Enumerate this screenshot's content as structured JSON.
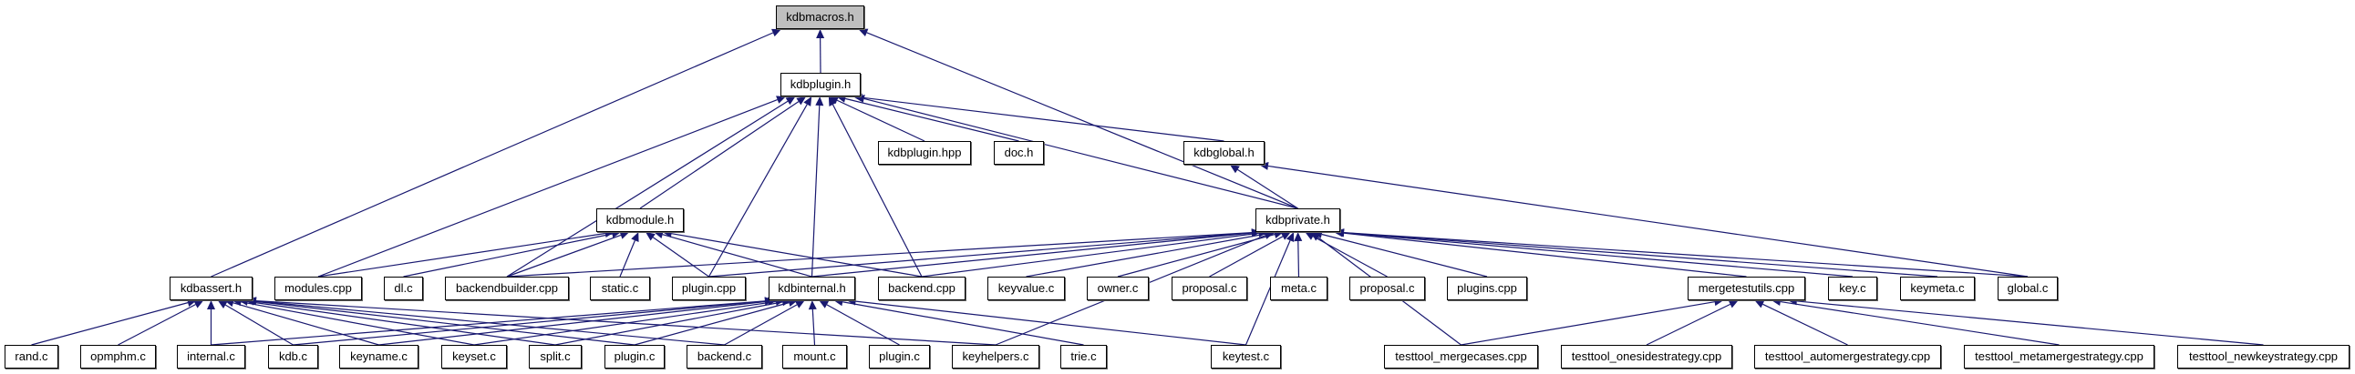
{
  "graph": {
    "root": "kdbmacros",
    "nodes": {
      "kdbmacros": "kdbmacros.h",
      "kdbplugin_h": "kdbplugin.h",
      "kdbplugin_hpp": "kdbplugin.hpp",
      "doc_h": "doc.h",
      "kdbglobal_h": "kdbglobal.h",
      "kdbmodule_h": "kdbmodule.h",
      "kdbprivate_h": "kdbprivate.h",
      "kdbassert_h": "kdbassert.h",
      "modules_cpp": "modules.cpp",
      "dl_c": "dl.c",
      "backendbuilder_cpp": "backendbuilder.cpp",
      "static_c": "static.c",
      "plugin_cpp": "plugin.cpp",
      "kdbinternal_h": "kdbinternal.h",
      "backend_cpp": "backend.cpp",
      "keyvalue_c": "keyvalue.c",
      "owner_c": "owner.c",
      "proposal_c_1": "proposal.c",
      "meta_c": "meta.c",
      "proposal_c_2": "proposal.c",
      "plugins_cpp": "plugins.cpp",
      "mergetestutils_cpp": "mergetestutils.cpp",
      "key_c": "key.c",
      "keymeta_c": "keymeta.c",
      "global_c": "global.c",
      "rand_c": "rand.c",
      "opmphm_c": "opmphm.c",
      "internal_c": "internal.c",
      "kdb_c": "kdb.c",
      "keyname_c": "keyname.c",
      "keyset_c": "keyset.c",
      "split_c": "split.c",
      "plugin_c_1": "plugin.c",
      "backend_c": "backend.c",
      "mount_c": "mount.c",
      "plugin_c_2": "plugin.c",
      "keyhelpers_c": "keyhelpers.c",
      "trie_c": "trie.c",
      "keytest_c": "keytest.c",
      "testtool_mergecases_cpp": "testtool_mergecases.cpp",
      "testtool_onesidestrategy_cpp": "testtool_onesidestrategy.cpp",
      "testtool_automergestrategy_cpp": "testtool_automergestrategy.cpp",
      "testtool_metamergestrategy_cpp": "testtool_metamergestrategy.cpp",
      "testtool_newkeystrategy_cpp": "testtool_newkeystrategy.cpp"
    },
    "edges": [
      [
        "kdbplugin_h",
        "kdbmacros"
      ],
      [
        "kdbassert_h",
        "kdbmacros"
      ],
      [
        "kdbprivate_h",
        "kdbmacros"
      ],
      [
        "kdbplugin_hpp",
        "kdbplugin_h"
      ],
      [
        "doc_h",
        "kdbplugin_h"
      ],
      [
        "kdbglobal_h",
        "kdbplugin_h"
      ],
      [
        "kdbprivate_h",
        "kdbplugin_h"
      ],
      [
        "kdbmodule_h",
        "kdbplugin_h"
      ],
      [
        "modules_cpp",
        "kdbplugin_h"
      ],
      [
        "backendbuilder_cpp",
        "kdbplugin_h"
      ],
      [
        "plugin_cpp",
        "kdbplugin_h"
      ],
      [
        "kdbinternal_h",
        "kdbplugin_h"
      ],
      [
        "backend_cpp",
        "kdbplugin_h"
      ],
      [
        "kdbprivate_h",
        "kdbglobal_h"
      ],
      [
        "global_c",
        "kdbglobal_h"
      ],
      [
        "modules_cpp",
        "kdbmodule_h"
      ],
      [
        "dl_c",
        "kdbmodule_h"
      ],
      [
        "backendbuilder_cpp",
        "kdbmodule_h"
      ],
      [
        "static_c",
        "kdbmodule_h"
      ],
      [
        "plugin_cpp",
        "kdbmodule_h"
      ],
      [
        "kdbinternal_h",
        "kdbmodule_h"
      ],
      [
        "backend_cpp",
        "kdbmodule_h"
      ],
      [
        "backendbuilder_cpp",
        "kdbprivate_h"
      ],
      [
        "plugin_cpp",
        "kdbprivate_h"
      ],
      [
        "kdbinternal_h",
        "kdbprivate_h"
      ],
      [
        "backend_cpp",
        "kdbprivate_h"
      ],
      [
        "keyvalue_c",
        "kdbprivate_h"
      ],
      [
        "owner_c",
        "kdbprivate_h"
      ],
      [
        "proposal_c_1",
        "kdbprivate_h"
      ],
      [
        "meta_c",
        "kdbprivate_h"
      ],
      [
        "proposal_c_2",
        "kdbprivate_h"
      ],
      [
        "plugins_cpp",
        "kdbprivate_h"
      ],
      [
        "mergetestutils_cpp",
        "kdbprivate_h"
      ],
      [
        "key_c",
        "kdbprivate_h"
      ],
      [
        "keymeta_c",
        "kdbprivate_h"
      ],
      [
        "global_c",
        "kdbprivate_h"
      ],
      [
        "keyhelpers_c",
        "kdbprivate_h"
      ],
      [
        "keytest_c",
        "kdbprivate_h"
      ],
      [
        "testtool_mergecases_cpp",
        "kdbprivate_h"
      ],
      [
        "rand_c",
        "kdbassert_h"
      ],
      [
        "opmphm_c",
        "kdbassert_h"
      ],
      [
        "internal_c",
        "kdbassert_h"
      ],
      [
        "kdb_c",
        "kdbassert_h"
      ],
      [
        "keyname_c",
        "kdbassert_h"
      ],
      [
        "keyset_c",
        "kdbassert_h"
      ],
      [
        "split_c",
        "kdbassert_h"
      ],
      [
        "plugin_c_1",
        "kdbassert_h"
      ],
      [
        "backend_c",
        "kdbassert_h"
      ],
      [
        "keyhelpers_c",
        "kdbassert_h"
      ],
      [
        "internal_c",
        "kdbinternal_h"
      ],
      [
        "kdb_c",
        "kdbinternal_h"
      ],
      [
        "keyname_c",
        "kdbinternal_h"
      ],
      [
        "keyset_c",
        "kdbinternal_h"
      ],
      [
        "split_c",
        "kdbinternal_h"
      ],
      [
        "plugin_c_1",
        "kdbinternal_h"
      ],
      [
        "backend_c",
        "kdbinternal_h"
      ],
      [
        "mount_c",
        "kdbinternal_h"
      ],
      [
        "plugin_c_2",
        "kdbinternal_h"
      ],
      [
        "trie_c",
        "kdbinternal_h"
      ],
      [
        "keytest_c",
        "kdbinternal_h"
      ],
      [
        "testtool_mergecases_cpp",
        "mergetestutils_cpp"
      ],
      [
        "testtool_onesidestrategy_cpp",
        "mergetestutils_cpp"
      ],
      [
        "testtool_automergestrategy_cpp",
        "mergetestutils_cpp"
      ],
      [
        "testtool_metamergestrategy_cpp",
        "mergetestutils_cpp"
      ],
      [
        "testtool_newkeystrategy_cpp",
        "mergetestutils_cpp"
      ]
    ],
    "colors": {
      "edge": "#191970",
      "root_fill": "#bfbfbf",
      "node_fill": "#ffffff",
      "border": "#000000"
    }
  }
}
